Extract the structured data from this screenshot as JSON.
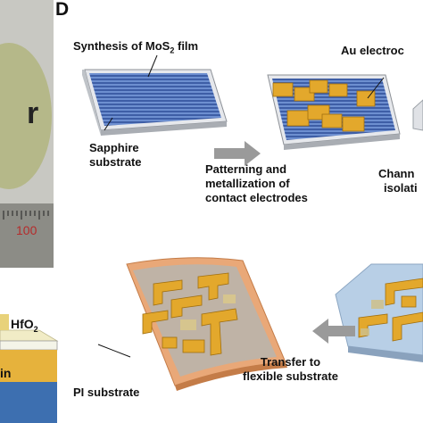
{
  "panel_letter": "D",
  "left_photo": {
    "letter_fragment": "r",
    "ruler_number": "100"
  },
  "device_stack": {
    "oxide_label": "HfO",
    "oxide_sub": "2",
    "lower_fragment": "in"
  },
  "steps": {
    "synthesis": {
      "prefix": "Synthesis of MoS",
      "sub": "2",
      "suffix": " film"
    },
    "au_electrode": "Au electroc",
    "sapphire": [
      "Sapphire",
      "substrate"
    ],
    "patterning": [
      "Patterning and",
      "metallization of",
      "contact electrodes"
    ],
    "channel": [
      "Chann",
      "isolati"
    ],
    "transfer": [
      "Transfer to",
      "flexible substrate"
    ],
    "pi_substrate": "PI substrate"
  },
  "colors": {
    "substrate": "#c9ccd0",
    "mos2_film": "#4f6fb8",
    "electrode": "#e3a82c",
    "arrow": "#9a9a9a",
    "pi_film": "#e9a878"
  }
}
